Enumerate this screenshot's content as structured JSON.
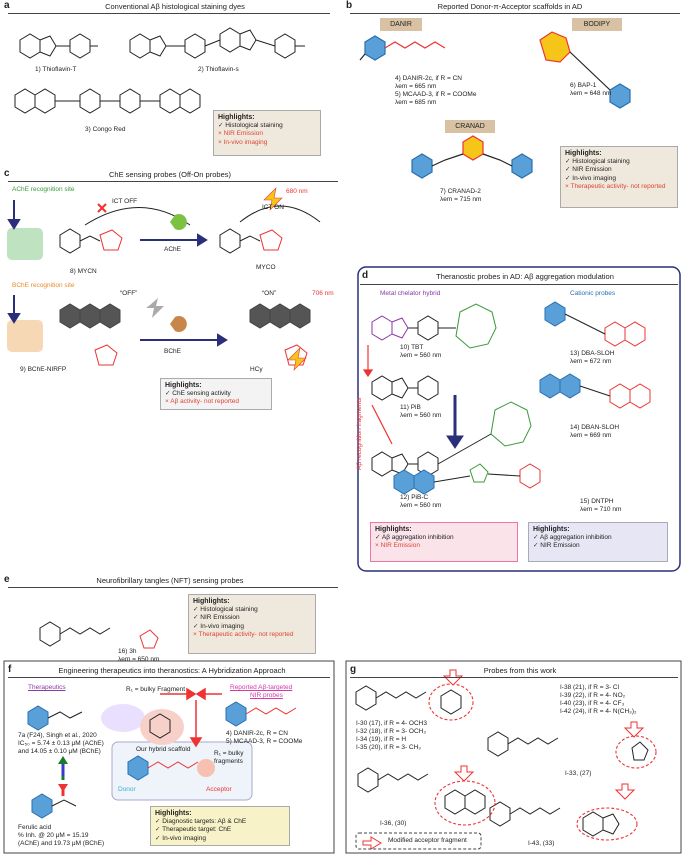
{
  "panels": {
    "a": {
      "label": "a",
      "title": "Conventional Aβ histological staining dyes",
      "mol1": "1) Thioflavin-T",
      "mol2": "2) Thioflavin-s",
      "mol3": "3) Congo Red",
      "hl_title": "Highlights:",
      "hl": [
        {
          "t": "Histological staining",
          "ok": true
        },
        {
          "t": "NIR Emission",
          "ok": false
        },
        {
          "t": "In-vivo imaging",
          "ok": false
        }
      ]
    },
    "b": {
      "label": "b",
      "title": "Reported Donor-π-Acceptor scaffolds in AD",
      "tag_danir": "DANIR",
      "tag_bodipy": "BODIPY",
      "tag_cranad": "CRANAD",
      "m4": "4) DANIR-2c, if R = CN",
      "m4l": "λem = 665 nm",
      "m5": "5) MCAAD-3,  if R = COOMe",
      "m5l": "λem = 685 nm",
      "m6": "6) BAP-1",
      "m6l": "λem = 648 nm",
      "m7": "7) CRANAD-2",
      "m7l": "λem = 715 nm",
      "hl_title": "Highlights:",
      "hl": [
        {
          "t": "Histological staining",
          "ok": true
        },
        {
          "t": "NIR Emission",
          "ok": true
        },
        {
          "t": "In-vivo imaging",
          "ok": true
        },
        {
          "t": "Therapeutic activity- not reported",
          "ok": false
        }
      ]
    },
    "c": {
      "label": "c",
      "title": "ChE sensing  probes (Off-On probes)",
      "ache_site": "AChE recognition site",
      "bche_site": "BChE recognition site",
      "ict_off": "ICT OFF",
      "ict_on": "ICT ON",
      "nm680": "680 nm",
      "nm706": "706 nm",
      "ache": "AChE",
      "bche": "BChE",
      "m8": "8) MYCN",
      "myco": "MYCO",
      "m9": "9) BChE-NIRFP",
      "hcy": "HCy",
      "off": "“OFF”",
      "on": "“ON”",
      "hl_title": "Highlights:",
      "hl": [
        {
          "t": "ChE sensing activity",
          "ok": true
        },
        {
          "t": "Aβ activity- not reported",
          "ok": false
        }
      ]
    },
    "d": {
      "label": "d",
      "title": "Theranostic probes in AD: Aβ aggregation modulation",
      "metal": "Metal chelator hybrid",
      "cationic": "Cationic probes",
      "frag": "Aβ recognition fragments",
      "m10": "10) TBT",
      "m10l": "λem = 560 nm",
      "m11": "11) PiB",
      "m11l": "λem = 560 nm",
      "m12": "12) PiB-C",
      "m12l": "λem = 560 nm",
      "m13": "13) DBA-SLOH",
      "m13l": "λem = 672 nm",
      "m14": "14) DBAN-SLOH",
      "m14l": "λem = 669 nm",
      "m15": "15) DNTPH",
      "m15l": "λem = 710 nm",
      "hl1_title": "Highlights:",
      "hl1": [
        {
          "t": "Aβ aggregation inhibition",
          "ok": true
        },
        {
          "t": "NIR Emission",
          "ok": false
        }
      ],
      "hl2_title": "Highlights:",
      "hl2": [
        {
          "t": "Aβ aggregation inhibition",
          "ok": true
        },
        {
          "t": "NIR Emission",
          "ok": true
        }
      ]
    },
    "e": {
      "label": "e",
      "title": "Neurofibrillary tangles (NFT) sensing probes",
      "m16": "16) 3h",
      "m16l": "λem = 650 nm",
      "hl_title": "Highlights:",
      "hl": [
        {
          "t": "Histological staining",
          "ok": true
        },
        {
          "t": "NIR Emission",
          "ok": true
        },
        {
          "t": "In-vivo imaging",
          "ok": true
        },
        {
          "t": "Therapeutic activity- not reported",
          "ok": false
        }
      ]
    },
    "f": {
      "label": "f",
      "title": "Engineering therapeutics into theranostics: A Hybridization Approach",
      "therapeutics": "Therapeutics",
      "reported": "Reported Aβ-targeted",
      "nir": "NIR probes",
      "r1": "R₁ = bulky Fragment",
      "m7a": "7a (F24), Singh et al., 2020",
      "ic50": "IC₅₀ = 5.74 ± 0.13 μM (AChE)",
      "ic50b": "and 14.05 ± 0.10 μM (BChE)",
      "m4": "4) DANIR-2c, R = CN",
      "m5": "5) MCAAD-3, R = COOMe",
      "hybrid": "Our hybrid scaffold",
      "r1b": "R₁ = bulky",
      "r1c": "fragments",
      "donor": "Donor",
      "acceptor": "Acceptor",
      "ferulic": "Ferulic acid",
      "inh": "% Inh. @ 20 μM = 15.19",
      "inh2": "(AChE)  and 19.73 μM (BChE)",
      "hl_title": "Highlights:",
      "hl": [
        {
          "t": "Diagnostic targets: Aβ & ChE",
          "ok": true
        },
        {
          "t": "Therapeutic target: ChE",
          "ok": true
        },
        {
          "t": "In-vivo imaging",
          "ok": true
        }
      ]
    },
    "g": {
      "label": "g",
      "title": "Probes from this work",
      "r1": "I-38 (21), if R = 3- Cl",
      "r2": "I-39 (22), if R = 4- NO₂",
      "r3": "I-40 (23), if R = 4- CF₃",
      "r4": "I-42 (24), if R = 4- N(CH₃)₂",
      "l1": "I-30 (17), if R = 4- OCH3",
      "l2": "I-32 (18), if R = 3- OCH₃",
      "l3": "I-34 (19), if R = H",
      "l4": "I-35 (20), if R = 3- CH₃",
      "m33": "I-33, (27)",
      "m36": "I-36, (30)",
      "m43": "I-43, (33)",
      "modified": "Modified acceptor fragment"
    }
  },
  "colors": {
    "red": "#e33333",
    "blue": "#2a6fb0",
    "green": "#3a9a3a",
    "tan": "#d8c2a3",
    "purple": "#8a3aa8",
    "navy": "#2b2f7a"
  }
}
